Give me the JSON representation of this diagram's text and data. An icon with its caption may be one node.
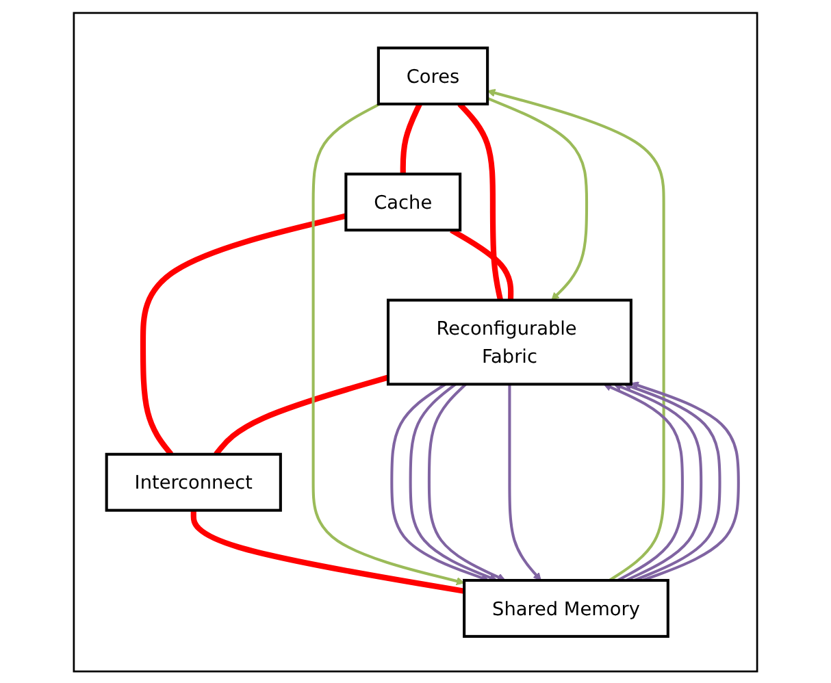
{
  "diagram": {
    "nodes": [
      {
        "text": [],
        "shape": "box"
      },
      {
        "text": [
          "Cores"
        ],
        "in": 0
      },
      {
        "text": [
          "Reconfigurable Fabric"
        ],
        "in": 0
      },
      {
        "text": [
          "Cache"
        ],
        "in": 0
      },
      {
        "text": [
          "Interconnect"
        ],
        "in": 0
      },
      {
        "text": [
          "Shared Memory"
        ],
        "in": 0
      }
    ],
    "edges": [
      {
        "from": 1,
        "to": 2,
        "arrow": "none",
        "style": "thick",
        "color": "#ff0000"
      },
      {
        "from": 1,
        "to": 3,
        "arrow": "none",
        "style": "thick",
        "color": "#ff0000"
      },
      {
        "from": 3,
        "to": 2,
        "arrow": "none",
        "style": "thick",
        "color": "#ff0000"
      },
      {
        "from": 3,
        "to": 4,
        "arrow": "none",
        "style": "thick",
        "color": "#ff0000"
      },
      {
        "from": 2,
        "to": 4,
        "arrow": "none",
        "style": "thick",
        "color": "#ff0000"
      },
      {
        "from": 4,
        "to": 5,
        "arrow": "none",
        "style": "thick",
        "color": "#ff0000"
      },
      {
        "from": 1,
        "to": 2,
        "arrow": "to",
        "color": "#9bbb59"
      },
      {
        "from": 1,
        "to": 5,
        "arrow": "to",
        "color": "#9bbb59"
      },
      {
        "from": 5,
        "to": 1,
        "arrow": "to",
        "color": "#9bbb59"
      },
      {
        "from": 2,
        "to": 5,
        "arrow": "to"
      },
      {
        "from": 2,
        "to": 5,
        "arrow": "to"
      },
      {
        "from": 2,
        "to": 5,
        "arrow": "to"
      },
      {
        "from": 2,
        "to": 5,
        "arrow": "to"
      },
      {
        "from": 5,
        "to": 2,
        "arrow": "to"
      },
      {
        "from": 5,
        "to": 2,
        "arrow": "to"
      },
      {
        "from": 5,
        "to": 2,
        "arrow": "to"
      },
      {
        "from": 5,
        "to": 2,
        "arrow": "to"
      }
    ]
  }
}
